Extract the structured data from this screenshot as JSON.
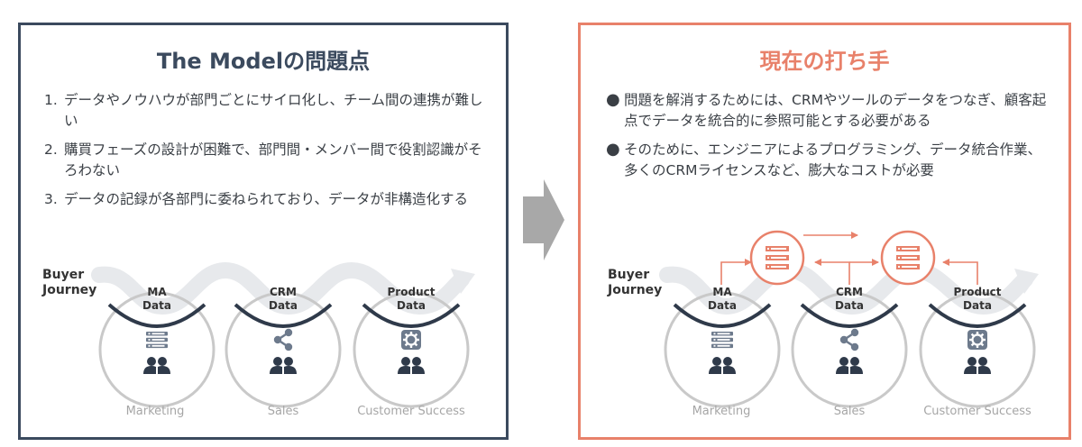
{
  "left_panel": {
    "title": "The Modelの問題点",
    "items": [
      {
        "marker": "1.",
        "text": "データやノウハウが部門ごとにサイロ化し、チーム間の連携が難しい"
      },
      {
        "marker": "2.",
        "text": "購買フェーズの設計が困難で、部門間・メンバー間で役割認識がそろわない"
      },
      {
        "marker": "3.",
        "text": "データの記録が各部門に委ねられており、データが非構造化する"
      }
    ]
  },
  "right_panel": {
    "title": "現在の打ち手",
    "items": [
      {
        "marker": "●",
        "text": "問題を解消するためには、CRMやツールのデータをつなぎ、顧客起点でデータを統合的に参照可能とする必要がある"
      },
      {
        "marker": "●",
        "text": "そのために、エンジニアによるプログラミング、データ統合作業、多くのCRMライセンスなど、膨大なコストが必要"
      }
    ]
  },
  "journey": {
    "label_line1": "Buyer",
    "label_line2": "Journey",
    "stages": [
      {
        "data_line1": "MA",
        "data_line2": "Data",
        "icon": "database-icon",
        "department": "Marketing"
      },
      {
        "data_line1": "CRM",
        "data_line2": "Data",
        "icon": "share-icon",
        "department": "Sales"
      },
      {
        "data_line1": "Product",
        "data_line2": "Data",
        "icon": "gear-icon",
        "department": "Customer Success"
      }
    ]
  },
  "colors": {
    "navy": "#3b4a5e",
    "coral": "#e8816a",
    "gray_arrow": "#a8a8a8",
    "circle_gray": "#c9c9c9"
  }
}
